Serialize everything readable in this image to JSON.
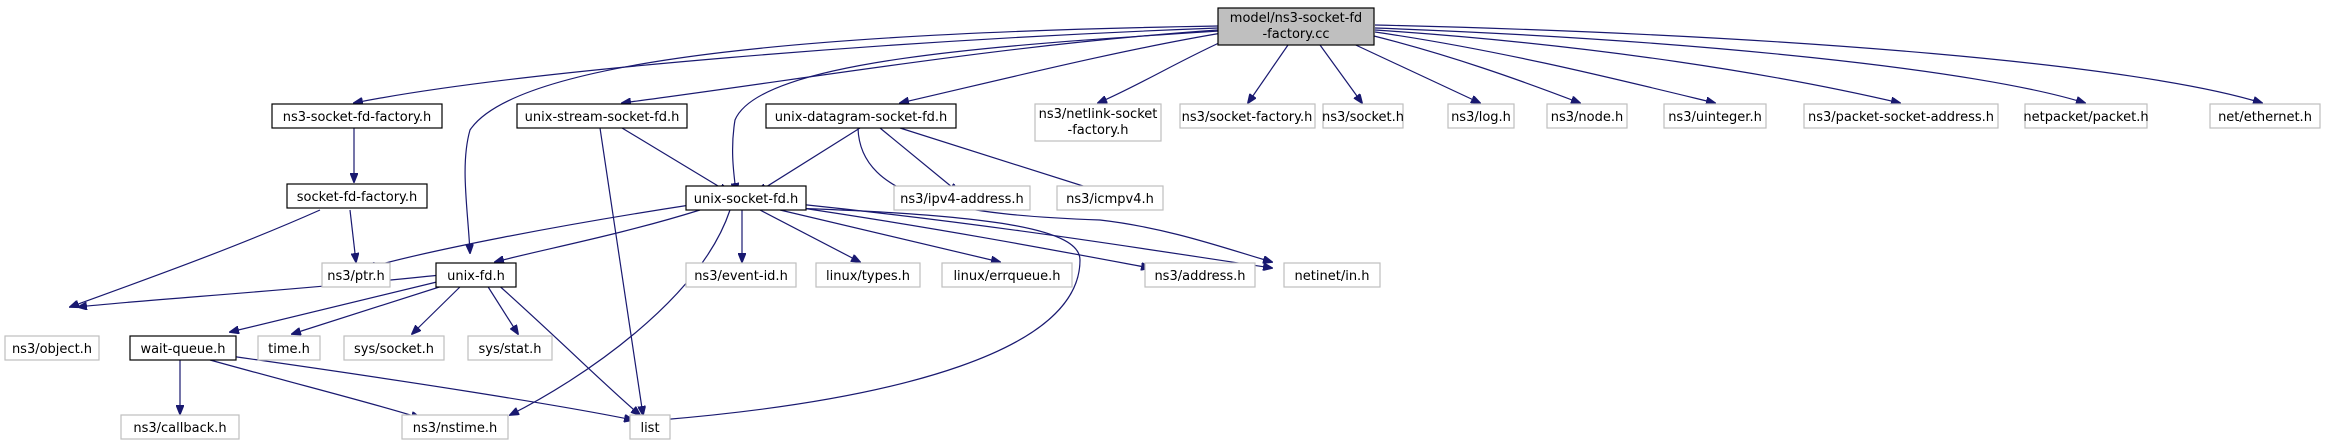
{
  "root": {
    "lines": [
      "model/ns3-socket-fd",
      "-factory.cc"
    ]
  },
  "nodes": {
    "ns3-socket-fd-factory-h": {
      "lines": [
        "ns3-socket-fd-factory.h"
      ]
    },
    "unix-stream-socket-fd-h": {
      "lines": [
        "unix-stream-socket-fd.h"
      ]
    },
    "unix-datagram-socket-fd-h": {
      "lines": [
        "unix-datagram-socket-fd.h"
      ]
    },
    "ns3-netlink-socket-factory-h": {
      "lines": [
        "ns3/netlink-socket",
        "-factory.h"
      ]
    },
    "ns3-socket-factory-h": {
      "lines": [
        "ns3/socket-factory.h"
      ]
    },
    "ns3-socket-h": {
      "lines": [
        "ns3/socket.h"
      ]
    },
    "ns3-log-h": {
      "lines": [
        "ns3/log.h"
      ]
    },
    "ns3-node-h": {
      "lines": [
        "ns3/node.h"
      ]
    },
    "ns3-uinteger-h": {
      "lines": [
        "ns3/uinteger.h"
      ]
    },
    "ns3-packet-socket-address-h": {
      "lines": [
        "ns3/packet-socket-address.h"
      ]
    },
    "netpacket-packet-h": {
      "lines": [
        "netpacket/packet.h"
      ]
    },
    "net-ethernet-h": {
      "lines": [
        "net/ethernet.h"
      ]
    },
    "socket-fd-factory-h": {
      "lines": [
        "socket-fd-factory.h"
      ]
    },
    "unix-socket-fd-h": {
      "lines": [
        "unix-socket-fd.h"
      ]
    },
    "ns3-ipv4-address-h": {
      "lines": [
        "ns3/ipv4-address.h"
      ]
    },
    "ns3-icmpv4-h": {
      "lines": [
        "ns3/icmpv4.h"
      ]
    },
    "ns3-ptr-h": {
      "lines": [
        "ns3/ptr.h"
      ]
    },
    "unix-fd-h": {
      "lines": [
        "unix-fd.h"
      ]
    },
    "ns3-event-id-h": {
      "lines": [
        "ns3/event-id.h"
      ]
    },
    "linux-types-h": {
      "lines": [
        "linux/types.h"
      ]
    },
    "linux-errqueue-h": {
      "lines": [
        "linux/errqueue.h"
      ]
    },
    "ns3-address-h": {
      "lines": [
        "ns3/address.h"
      ]
    },
    "netinet-in-h": {
      "lines": [
        "netinet/in.h"
      ]
    },
    "ns3-object-h": {
      "lines": [
        "ns3/object.h"
      ]
    },
    "wait-queue-h": {
      "lines": [
        "wait-queue.h"
      ]
    },
    "time-h": {
      "lines": [
        "time.h"
      ]
    },
    "sys-socket-h": {
      "lines": [
        "sys/socket.h"
      ]
    },
    "sys-stat-h": {
      "lines": [
        "sys/stat.h"
      ]
    },
    "ns3-callback-h": {
      "lines": [
        "ns3/callback.h"
      ]
    },
    "ns3-nstime-h": {
      "lines": [
        "ns3/nstime.h"
      ]
    },
    "list": {
      "lines": [
        "list"
      ]
    }
  },
  "colors": {
    "edge": "#191970",
    "root_fill": "#bfbfbf",
    "local_border": "#000000",
    "external_border": "#bfbfbf"
  }
}
